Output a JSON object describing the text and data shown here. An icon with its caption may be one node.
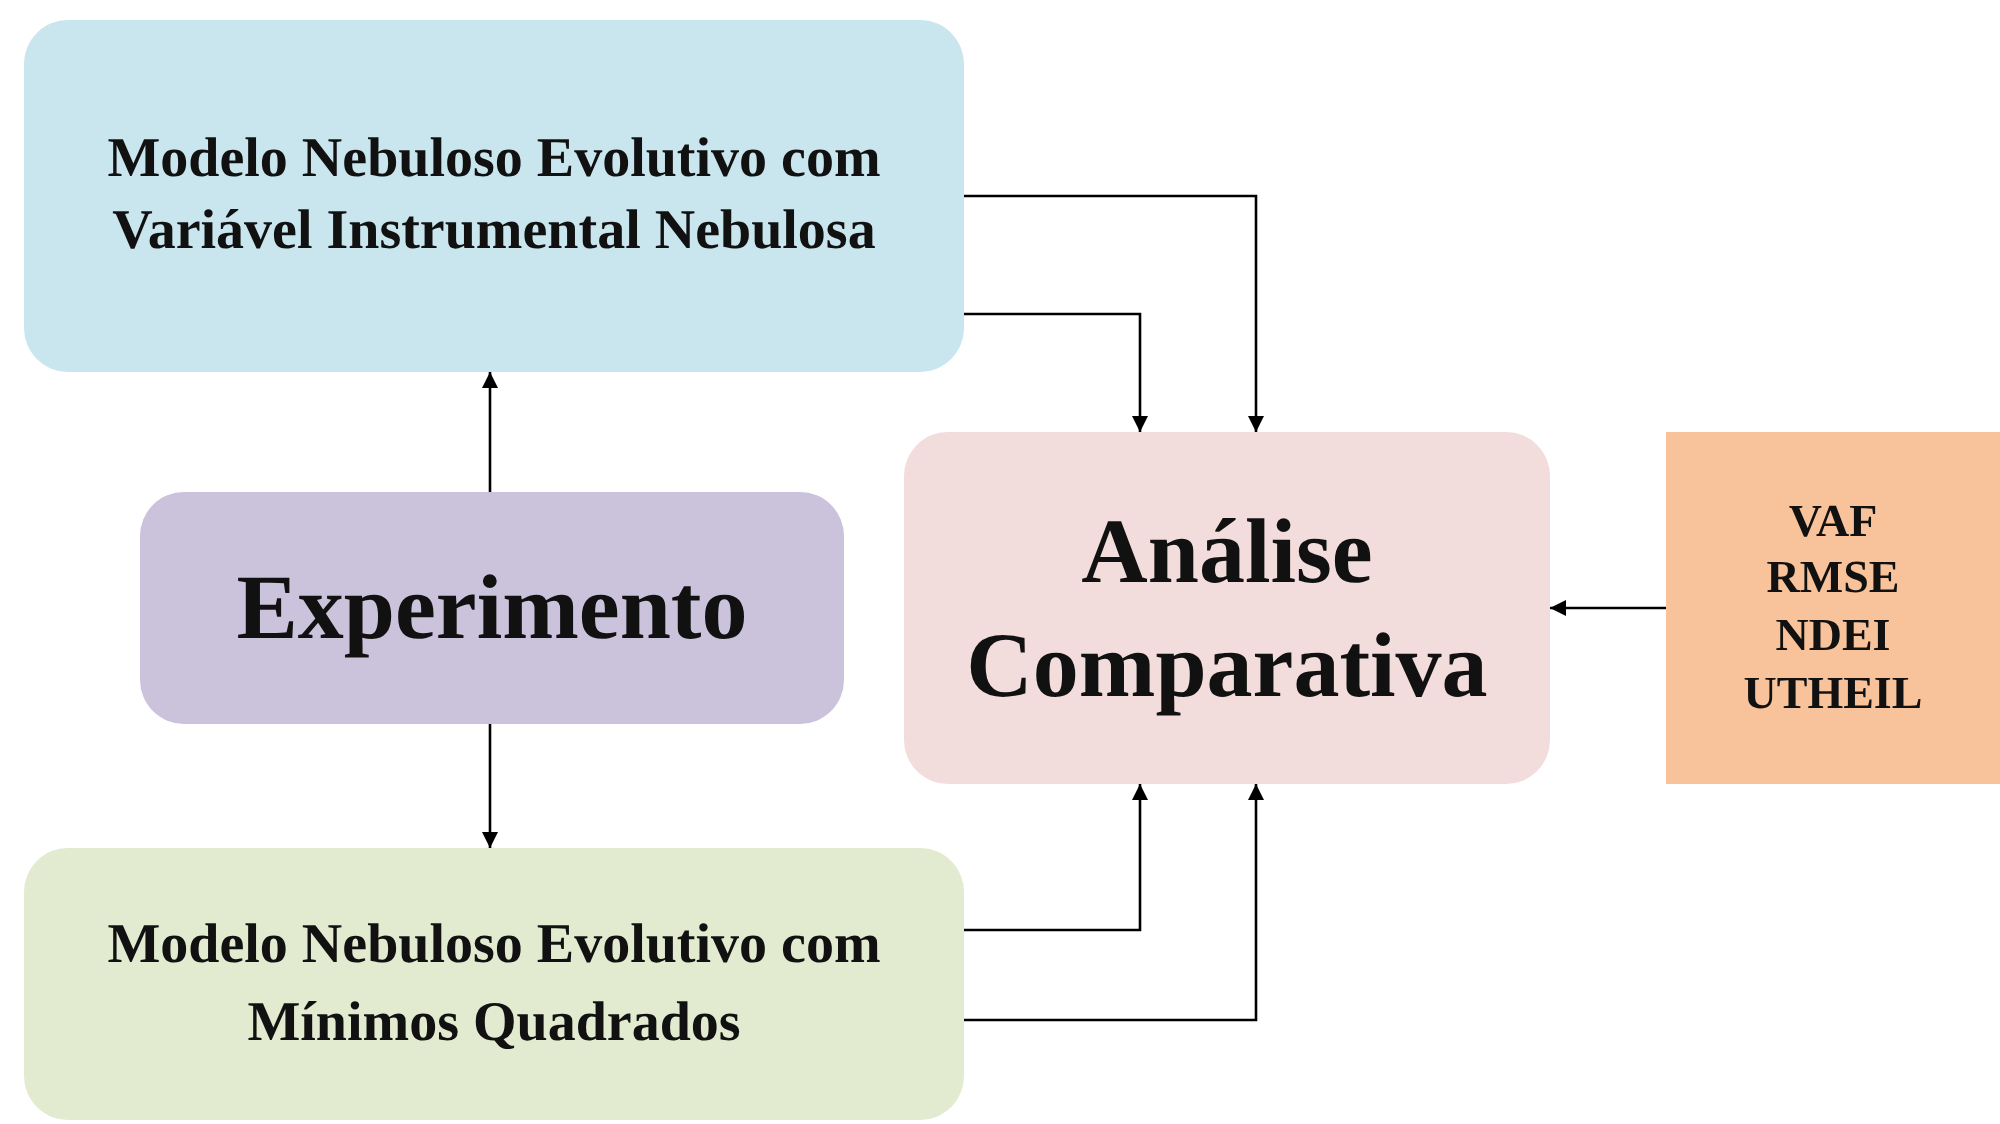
{
  "diagram": {
    "nodes": [
      {
        "text": [
          "Modelo Nebuloso Evolutivo com Variável Instrumental Nebulosa"
        ]
      },
      {
        "text": [
          "Experimento"
        ]
      },
      {
        "text": [
          "Modelo Nebuloso Evolutivo com Mínimos Quadrados"
        ]
      },
      {
        "text": [
          "Análise Comparativa"
        ]
      },
      {
        "text": [
          "VAF",
          "RMSE",
          "NDEI",
          "UTHEIL"
        ]
      }
    ],
    "edges": [
      {
        "from": 1,
        "to": 0,
        "arrow": "to"
      },
      {
        "from": 1,
        "to": 2,
        "arrow": "to"
      },
      {
        "from": 0,
        "to": 3,
        "arrow": "to"
      },
      {
        "from": 0,
        "to": 3,
        "arrow": "to"
      },
      {
        "from": 2,
        "to": 3,
        "arrow": "to"
      },
      {
        "from": 2,
        "to": 3,
        "arrow": "to"
      },
      {
        "from": 4,
        "to": 3,
        "arrow": "to"
      }
    ]
  }
}
